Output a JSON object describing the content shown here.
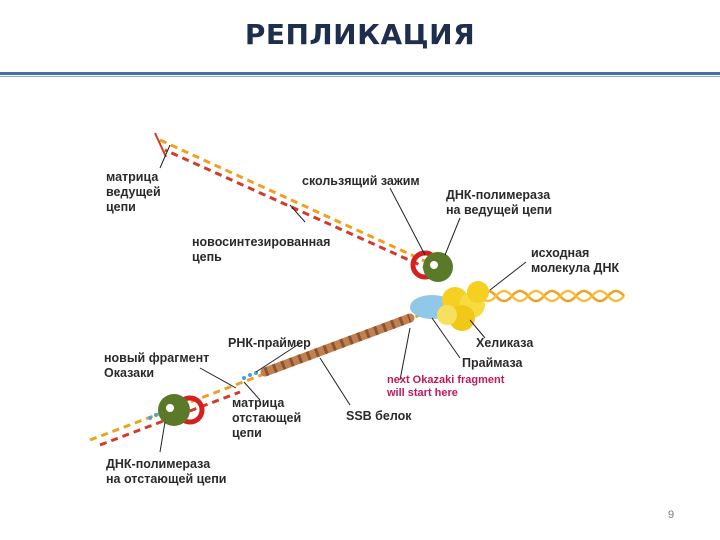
{
  "title": "РЕПЛИКАЦИЯ",
  "labels": {
    "leading_template": "матрица\nведущей\nцепи",
    "sliding_clamp": "скользящий зажим",
    "leading_polymerase": "ДНК-полимераза\nна ведущей цепи",
    "new_strand": "новосинтезированная\nцепь",
    "parent_dna": "исходная\nмолекула ДНК",
    "rna_primer": "РНК-праймер",
    "okazaki_fragment": "новый фрагмент\nОказаки",
    "helicase": "Хеликаза",
    "primase": "Праймаза",
    "next_okazaki": "next Okazaki fragment\nwill start here",
    "lagging_template": "матрица\nотстающей\nцепи",
    "ssb": "SSB белок",
    "lagging_polymerase": "ДНК-полимераза\nна отстающей цепи"
  },
  "page_number": "9",
  "colors": {
    "title": "#1e2f4d",
    "strand_red": "#d43a2a",
    "strand_orange": "#f0a020",
    "polymerase": "#5a7a2a",
    "clamp": "#d42020",
    "helicase": "#f5d020",
    "primase": "#8fc8e8",
    "ssb": "#c08050",
    "accent_label": "#c2185b"
  }
}
